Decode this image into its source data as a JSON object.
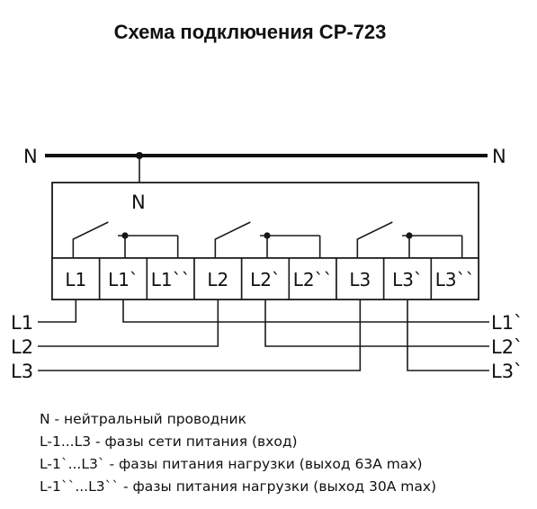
{
  "title": "Схема подключения СР-723",
  "neutral": {
    "left_label": "N",
    "right_label": "N",
    "tap_label": "N"
  },
  "terminals": [
    "L1",
    "L1`",
    "L1``",
    "L2",
    "L2`",
    "L2``",
    "L3",
    "L3`",
    "L3``"
  ],
  "inputs": [
    "L1",
    "L2",
    "L3"
  ],
  "outputs": [
    "L1`",
    "L2`",
    "L3`"
  ],
  "legend": [
    "N - нейтральный проводник",
    "L-1...L3 - фазы сети питания (вход)",
    "L-1`...L3` - фазы питания нагрузки (выход 63A max)",
    "L-1``...L3`` - фазы питания нагрузки (выход 30A max)"
  ]
}
